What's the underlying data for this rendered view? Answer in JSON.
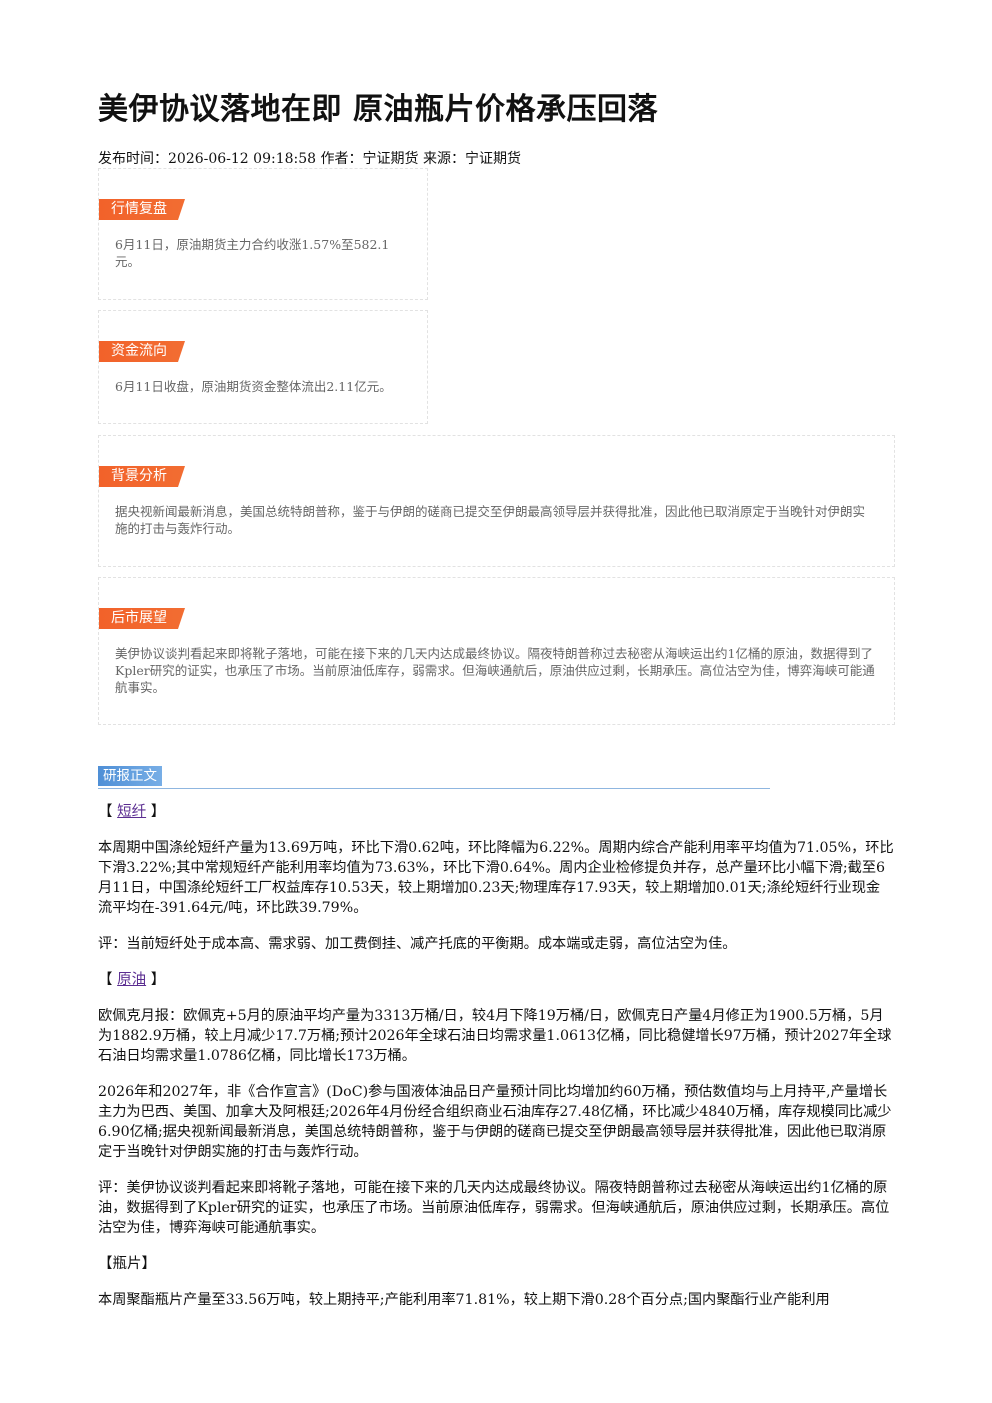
{
  "article": {
    "title": "美伊协议落地在即 原油瓶片价格承压回落",
    "meta": {
      "published_label": "发布时间：",
      "published_value": "2026-06-12 09:18:58",
      "author_label": "作者：",
      "author_value": "宁证期货",
      "source_label": "来源：",
      "source_value": "宁证期货"
    }
  },
  "summary_boxes": [
    {
      "tag": "行情复盘",
      "text": "6月11日，原油期货主力合约收涨1.57%至582.1元。"
    },
    {
      "tag": "资金流向",
      "text": "6月11日收盘，原油期货资金整体流出2.11亿元。"
    },
    {
      "tag": "背景分析",
      "text": "据央视新闻最新消息，美国总统特朗普称，鉴于与伊朗的磋商已提交至伊朗最高领导层并获得批准，因此他已取消原定于当晚针对伊朗实施的打击与轰炸行动。"
    },
    {
      "tag": "后市展望",
      "text": "美伊协议谈判看起来即将靴子落地，可能在接下来的几天内达成最终协议。隔夜特朗普称过去秘密从海峡运出约1亿桶的原油，数据得到了Kpler研究的证实，也承压了市场。当前原油低库存，弱需求。但海峡通航后，原油供应过剩，长期承压。高位沽空为佳，博弈海峡可能通航事实。"
    }
  ],
  "report": {
    "section_label": "研报正文",
    "blocks": [
      {
        "type": "heading",
        "open": "【 ",
        "link": "短纤",
        "close": " 】"
      },
      {
        "type": "para",
        "text": "本周期中国涤纶短纤产量为13.69万吨，环比下滑0.62吨，环比降幅为6.22%。周期内综合产能利用率平均值为71.05%，环比下滑3.22%;其中常规短纤产能利用率均值为73.63%，环比下滑0.64%。周内企业检修提负并存，总产量环比小幅下滑;截至6月11日，中国涤纶短纤工厂权益库存10.53天，较上期增加0.23天;物理库存17.93天，较上期增加0.01天;涤纶短纤行业现金流平均在-391.64元/吨，环比跌39.79%。"
      },
      {
        "type": "para",
        "text": "评：当前短纤处于成本高、需求弱、加工费倒挂、减产托底的平衡期。成本端或走弱，高位沽空为佳。"
      },
      {
        "type": "heading",
        "open": "【 ",
        "link": "原油",
        "close": " 】"
      },
      {
        "type": "para",
        "text": "欧佩克月报：欧佩克+5月的原油平均产量为3313万桶/日，较4月下降19万桶/日，欧佩克日产量4月修正为1900.5万桶，5月为1882.9万桶，较上月减少17.7万桶;预计2026年全球石油日均需求量1.0613亿桶，同比稳健增长97万桶，预计2027年全球石油日均需求量1.0786亿桶，同比增长173万桶。"
      },
      {
        "type": "para",
        "text": "2026年和2027年，非《合作宣言》(DoC)参与国液体油品日产量预计同比均增加约60万桶，预估数值均与上月持平,产量增长主力为巴西、美国、加拿大及阿根廷;2026年4月份经合组织商业石油库存27.48亿桶，环比减少4840万桶，库存规模同比减少6.90亿桶;据央视新闻最新消息，美国总统特朗普称，鉴于与伊朗的磋商已提交至伊朗最高领导层并获得批准，因此他已取消原定于当晚针对伊朗实施的打击与轰炸行动。"
      },
      {
        "type": "para",
        "text": "评：美伊协议谈判看起来即将靴子落地，可能在接下来的几天内达成最终协议。隔夜特朗普称过去秘密从海峡运出约1亿桶的原油，数据得到了Kpler研究的证实，也承压了市场。当前原油低库存，弱需求。但海峡通航后，原油供应过剩，长期承压。高位沽空为佳，博弈海峡可能通航事实。"
      },
      {
        "type": "plain-heading",
        "text": "【瓶片】"
      },
      {
        "type": "para",
        "text": "本周聚酯瓶片产量至33.56万吨，较上期持平;产能利用率71.81%，较上期下滑0.28个百分点;国内聚酯行业产能利用"
      }
    ]
  }
}
